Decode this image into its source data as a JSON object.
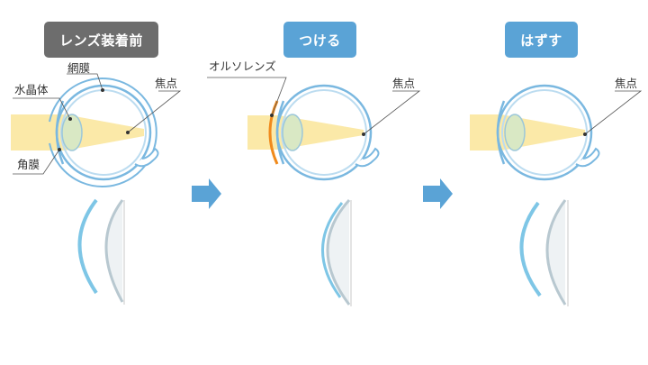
{
  "panels": [
    {
      "header": "レンズ装着前",
      "labels": {
        "retina": "網膜",
        "lens": "水晶体",
        "cornea": "角膜",
        "focus": "焦点"
      }
    },
    {
      "header": "つける",
      "labels": {
        "ortho_lens": "オルソレンズ",
        "focus": "焦点"
      }
    },
    {
      "header": "はずす",
      "labels": {
        "focus": "焦点"
      }
    }
  ],
  "colors": {
    "header_before": "#6d6d6d",
    "header_after": "#5aa3d6",
    "eye_outline": "#7ab8e0",
    "light_beam": "#fbe9a8",
    "ortho_lens": "#f08a1c",
    "arrow": "#5aa3d6"
  }
}
